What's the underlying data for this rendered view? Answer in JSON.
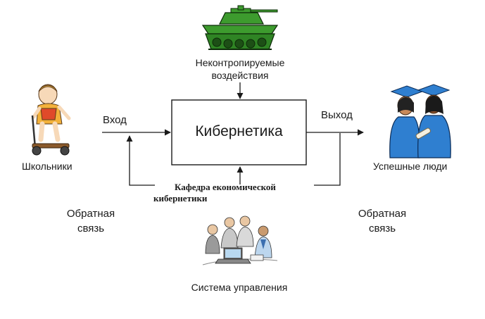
{
  "diagram": {
    "box_label": "Кибернетика",
    "input_label": "Вход",
    "output_label": "Выход",
    "disturbance_label_line1": "Неконтропируемые",
    "disturbance_label_line2": "воздействия",
    "source_label": "Школьники",
    "result_label": "Успешные люди",
    "feedback_left_line1": "Обратная",
    "feedback_left_line2": "связь",
    "feedback_right_line1": "Обратная",
    "feedback_right_line2": "связь",
    "department_line1": "Кафедра економической",
    "department_line2": "кибернетики",
    "control_label": "Система управления"
  },
  "icons": {
    "tank": "tank-clipart",
    "child": "child-on-scooter-clipart",
    "graduates": "graduates-clipart",
    "team": "team-at-computer-clipart"
  },
  "colors": {
    "tank_green": "#3d9b2e",
    "gown_blue": "#2f7fd0",
    "stroke": "#1a1a1a"
  }
}
